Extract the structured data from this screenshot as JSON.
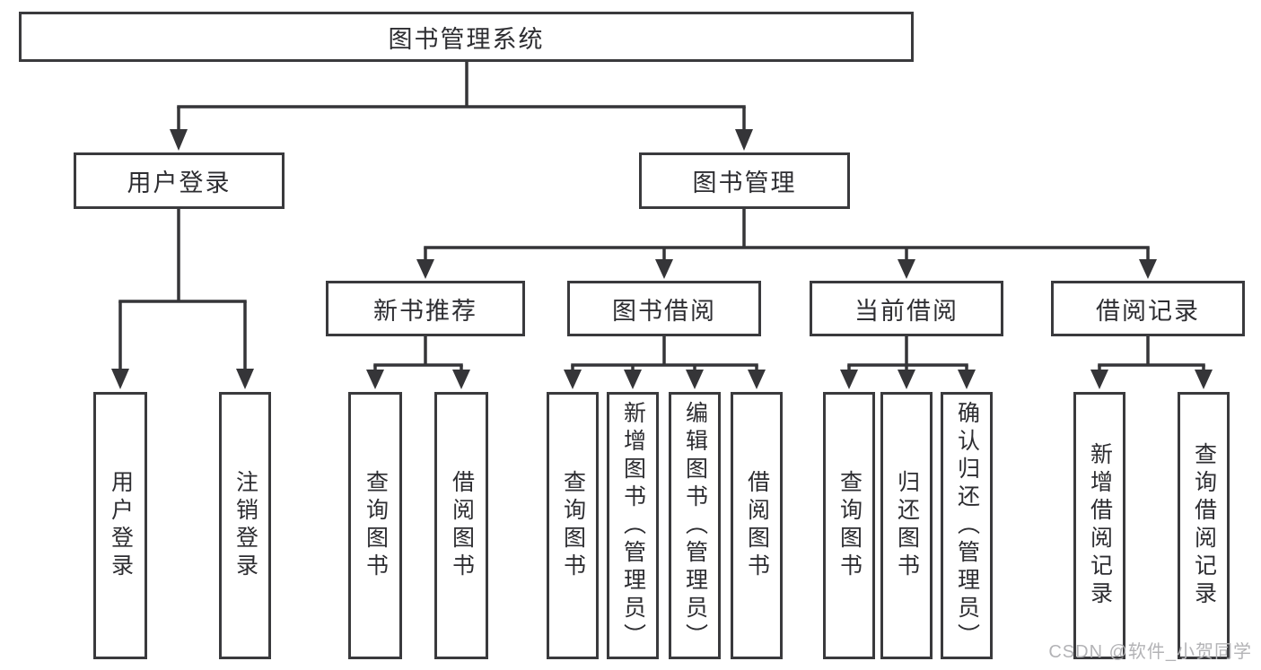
{
  "tree": {
    "label": "图书管理系统",
    "children": [
      {
        "label": "用户登录",
        "children": [
          {
            "label": "用户登录"
          },
          {
            "label": "注销登录"
          }
        ]
      },
      {
        "label": "图书管理",
        "children": [
          {
            "label": "新书推荐",
            "children": [
              {
                "label": "查询图书"
              },
              {
                "label": "借阅图书"
              }
            ]
          },
          {
            "label": "图书借阅",
            "children": [
              {
                "label": "查询图书"
              },
              {
                "label": "新增图书（管理员）"
              },
              {
                "label": "编辑图书（管理员）"
              },
              {
                "label": "借阅图书"
              }
            ]
          },
          {
            "label": "当前借阅",
            "children": [
              {
                "label": "查询图书"
              },
              {
                "label": "归还图书"
              },
              {
                "label": "确认归还（管理员）"
              }
            ]
          },
          {
            "label": "借阅记录",
            "children": [
              {
                "label": "新增借阅记录"
              },
              {
                "label": "查询借阅记录"
              }
            ]
          }
        ]
      }
    ]
  },
  "watermark": {
    "text": "CSDN @软件_小贺同学"
  },
  "colors": {
    "line": "#353538",
    "box_border": "#3a3a3d",
    "text": "#2d2d31",
    "watermark": "#b3b3b6",
    "background": "#ffffff"
  }
}
